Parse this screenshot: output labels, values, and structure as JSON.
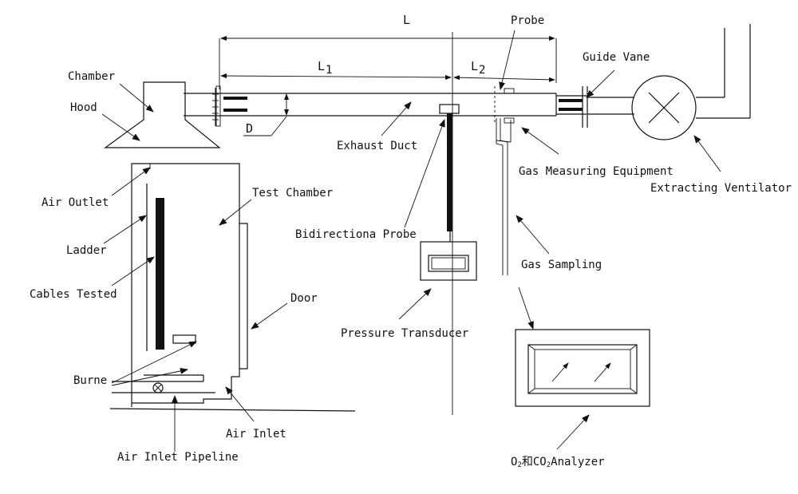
{
  "labels": {
    "L": "L",
    "L1": "L",
    "L1_sub": "1",
    "L2": "L",
    "L2_sub": "2",
    "probe": "Probe",
    "guide_vane": "Guide Vane",
    "chamber": "Chamber",
    "hood": "Hood",
    "D": "D",
    "exhaust_duct": "Exhaust Duct",
    "gas_measuring_equipment": "Gas Measuring Equipment",
    "extracting_ventilator": "Extracting Ventilator",
    "air_outlet": "Air Outlet",
    "test_chamber": "Test Chamber",
    "ladder": "Ladder",
    "bidirectional_probe": "Bidirectiona Probe",
    "gas_sampling": "Gas Sampling",
    "cables_tested": "Cables Tested",
    "door": "Door",
    "pressure_transducer": "Pressure Transducer",
    "burne": "Burne",
    "air_inlet": "Air Inlet",
    "air_inlet_pipeline": "Air Inlet Pipeline",
    "analyzer_o": "O",
    "analyzer_sub1": "2",
    "analyzer_and_co": "和CO",
    "analyzer_sub2": "2",
    "analyzer_tail": "Analyzer"
  },
  "colors": {
    "stroke": "#111111",
    "background": "#ffffff"
  }
}
